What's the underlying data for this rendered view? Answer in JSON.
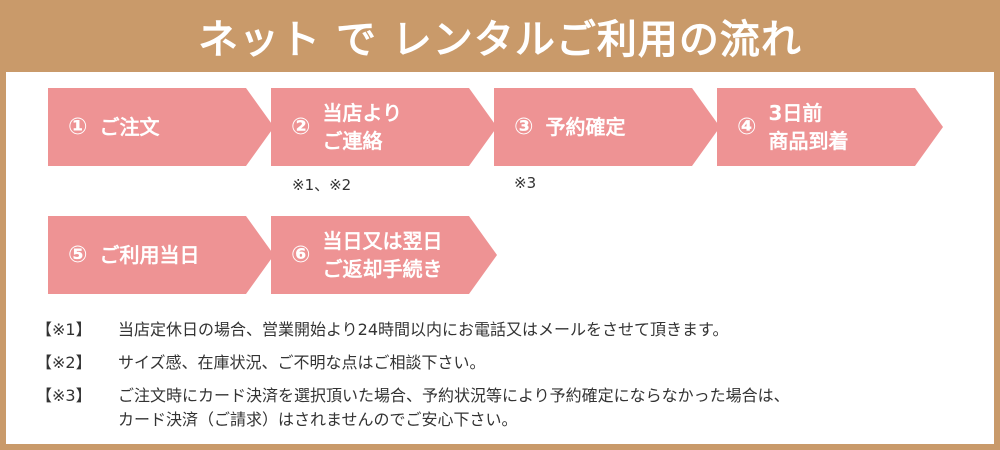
{
  "header": {
    "title": "ネット で レンタルご利用の流れ",
    "color": "#c99a6a"
  },
  "step_color": "#ee9394",
  "steps": [
    {
      "num": "①",
      "lines": [
        "ご注文"
      ],
      "note": ""
    },
    {
      "num": "②",
      "lines": [
        "当店より",
        "ご連絡"
      ],
      "note": "※1、※2"
    },
    {
      "num": "③",
      "lines": [
        "予約確定"
      ],
      "note": "※3"
    },
    {
      "num": "④",
      "lines": [
        "3日前",
        "商品到着"
      ],
      "note": ""
    },
    {
      "num": "⑤",
      "lines": [
        "ご利用当日"
      ],
      "note": ""
    },
    {
      "num": "⑥",
      "lines": [
        "当日又は翌日",
        "ご返却手続き"
      ],
      "note": ""
    }
  ],
  "notes": [
    {
      "key": "【※1】",
      "lines": [
        "当店定休日の場合、営業開始より24時間以内にお電話又はメールをさせて頂きます。"
      ]
    },
    {
      "key": "【※2】",
      "lines": [
        "サイズ感、在庫状況、ご不明な点はご相談下さい。"
      ]
    },
    {
      "key": "【※3】",
      "lines": [
        "ご注文時にカード決済を選択頂いた場合、予約状況等により予約確定にならなかった場合は、",
        "カード決済（ご請求）はされませんのでご安心下さい。"
      ]
    }
  ]
}
